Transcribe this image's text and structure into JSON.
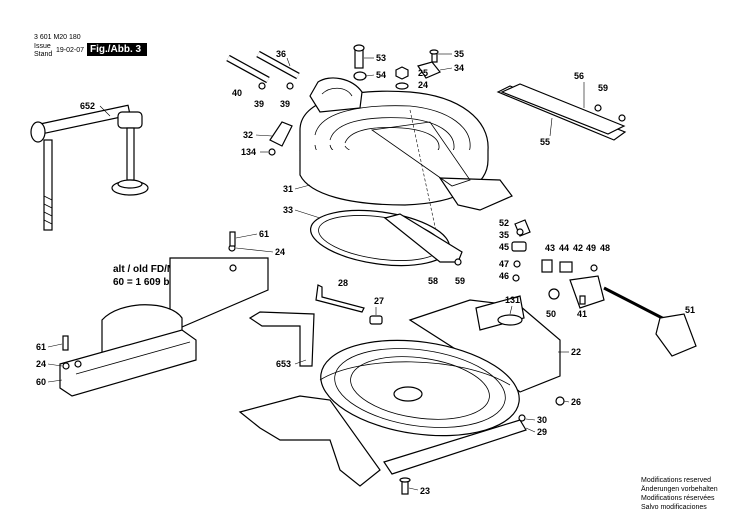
{
  "header": {
    "part_number": "3 601 M20 180",
    "issue_label": "Issue",
    "stand_label": "Stand",
    "date": "19-02-07",
    "figure": "Fig./Abb. 3"
  },
  "alt_note": {
    "line1": "alt / old  FD/MD 004",
    "line2": "60 = 1 609 b00 746"
  },
  "footer": {
    "lines": [
      "Modifications reserved",
      "Änderungen vorbehalten",
      "Modifications réservées",
      "Salvo modificaciones"
    ]
  },
  "callouts": [
    {
      "id": "c652",
      "text": "652"
    },
    {
      "id": "c40",
      "text": "40"
    },
    {
      "id": "c39a",
      "text": "39"
    },
    {
      "id": "c36",
      "text": "36"
    },
    {
      "id": "c39b",
      "text": "39"
    },
    {
      "id": "c53",
      "text": "53"
    },
    {
      "id": "c54",
      "text": "54"
    },
    {
      "id": "c35a",
      "text": "35"
    },
    {
      "id": "c25",
      "text": "25"
    },
    {
      "id": "c34",
      "text": "34"
    },
    {
      "id": "c24a",
      "text": "24"
    },
    {
      "id": "c56",
      "text": "56"
    },
    {
      "id": "c59a",
      "text": "59"
    },
    {
      "id": "c55",
      "text": "55"
    },
    {
      "id": "c32",
      "text": "32"
    },
    {
      "id": "c134",
      "text": "134"
    },
    {
      "id": "c31",
      "text": "31"
    },
    {
      "id": "c33",
      "text": "33"
    },
    {
      "id": "c61a",
      "text": "61"
    },
    {
      "id": "c24b",
      "text": "24"
    },
    {
      "id": "c52",
      "text": "52"
    },
    {
      "id": "c35b",
      "text": "35"
    },
    {
      "id": "c45",
      "text": "45"
    },
    {
      "id": "c47",
      "text": "47"
    },
    {
      "id": "c46",
      "text": "46"
    },
    {
      "id": "c43",
      "text": "43"
    },
    {
      "id": "c44",
      "text": "44"
    },
    {
      "id": "c42",
      "text": "42"
    },
    {
      "id": "c49",
      "text": "49"
    },
    {
      "id": "c48",
      "text": "48"
    },
    {
      "id": "c58",
      "text": "58"
    },
    {
      "id": "c59b",
      "text": "59"
    },
    {
      "id": "c28",
      "text": "28"
    },
    {
      "id": "c27",
      "text": "27"
    },
    {
      "id": "c131",
      "text": "131"
    },
    {
      "id": "c50",
      "text": "50"
    },
    {
      "id": "c41",
      "text": "41"
    },
    {
      "id": "c51",
      "text": "51"
    },
    {
      "id": "c22",
      "text": "22"
    },
    {
      "id": "c61b",
      "text": "61"
    },
    {
      "id": "c24c",
      "text": "24"
    },
    {
      "id": "c60",
      "text": "60"
    },
    {
      "id": "c653",
      "text": "653"
    },
    {
      "id": "c26",
      "text": "26"
    },
    {
      "id": "c30",
      "text": "30"
    },
    {
      "id": "c29",
      "text": "29"
    },
    {
      "id": "c23",
      "text": "23"
    }
  ]
}
